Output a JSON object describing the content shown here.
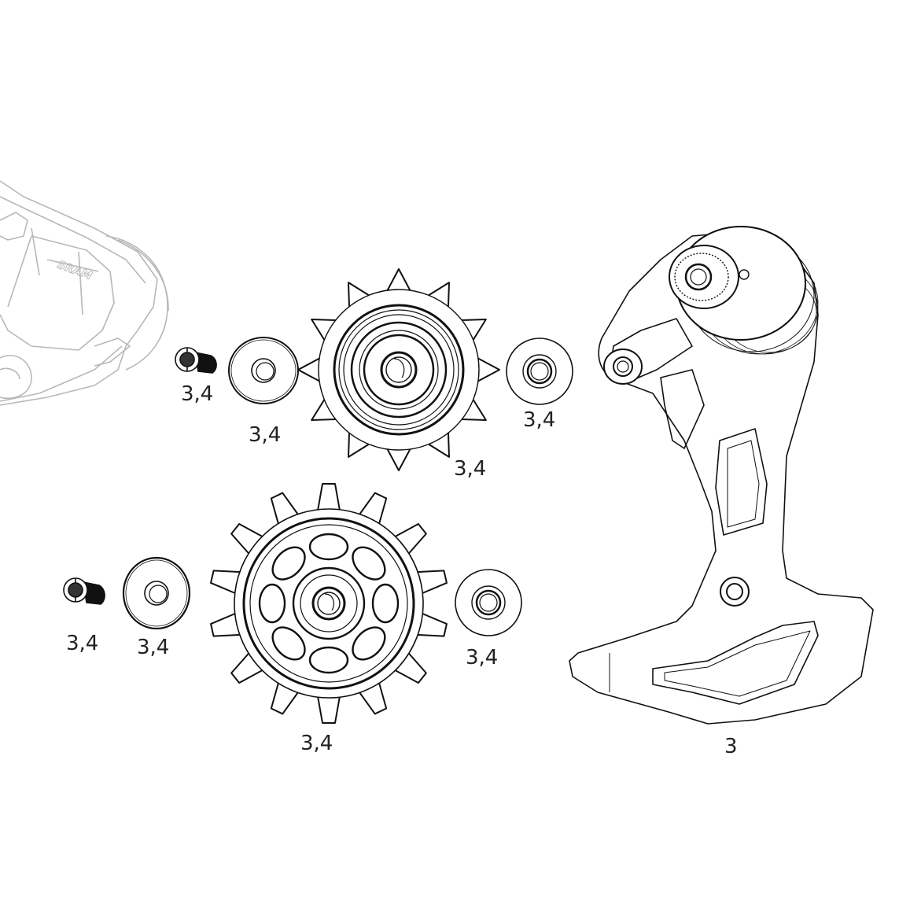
{
  "diagram": {
    "type": "exploded-parts-diagram",
    "brand_mark": "SRAM",
    "colors": {
      "line": "#111111",
      "ghost_line": "#b8b8b8",
      "label": "#222222",
      "background": "#ffffff"
    },
    "parts": [
      {
        "id": "derailleur-body-ghost",
        "label": ""
      },
      {
        "id": "upper-pulley-bolt",
        "label": "3,4"
      },
      {
        "id": "upper-outer-cover",
        "label": "3,4"
      },
      {
        "id": "upper-pulley-wheel",
        "label": "3,4",
        "teeth": 12
      },
      {
        "id": "upper-inner-cover",
        "label": "3,4"
      },
      {
        "id": "lower-pulley-bolt",
        "label": "3,4"
      },
      {
        "id": "lower-outer-cover",
        "label": "3,4"
      },
      {
        "id": "lower-pulley-wheel",
        "label": "3,4",
        "teeth": 14
      },
      {
        "id": "lower-inner-cover",
        "label": "3,4"
      },
      {
        "id": "cage-assembly",
        "label": "3"
      }
    ]
  }
}
